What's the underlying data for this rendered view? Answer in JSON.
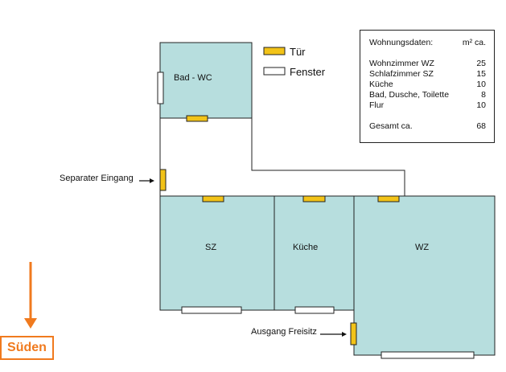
{
  "legend": {
    "door_label": "Tür",
    "window_label": "Fenster"
  },
  "rooms": {
    "bath": "Bad - WC",
    "bedroom": "SZ",
    "kitchen": "Küche",
    "living": "WZ"
  },
  "annotations": {
    "separate_entrance": "Separater Eingang",
    "exit_terrace": "Ausgang Freisitz"
  },
  "apartment_data": {
    "title": "Wohnungsdaten:",
    "unit": "m² ca.",
    "items": [
      {
        "label": "Wohnzimmer WZ",
        "value": "25"
      },
      {
        "label": "Schlafzimmer SZ",
        "value": "15"
      },
      {
        "label": "Küche",
        "value": "10"
      },
      {
        "label": "Bad, Dusche, Toilette",
        "value": "8"
      },
      {
        "label": "Flur",
        "value": "10"
      }
    ],
    "total_label": "Gesamt ca.",
    "total_value": "68"
  },
  "compass": {
    "label": "Süden"
  },
  "colors": {
    "room_fill": "#b7dede",
    "door": "#f2c318",
    "compass": "#f07a1e"
  }
}
